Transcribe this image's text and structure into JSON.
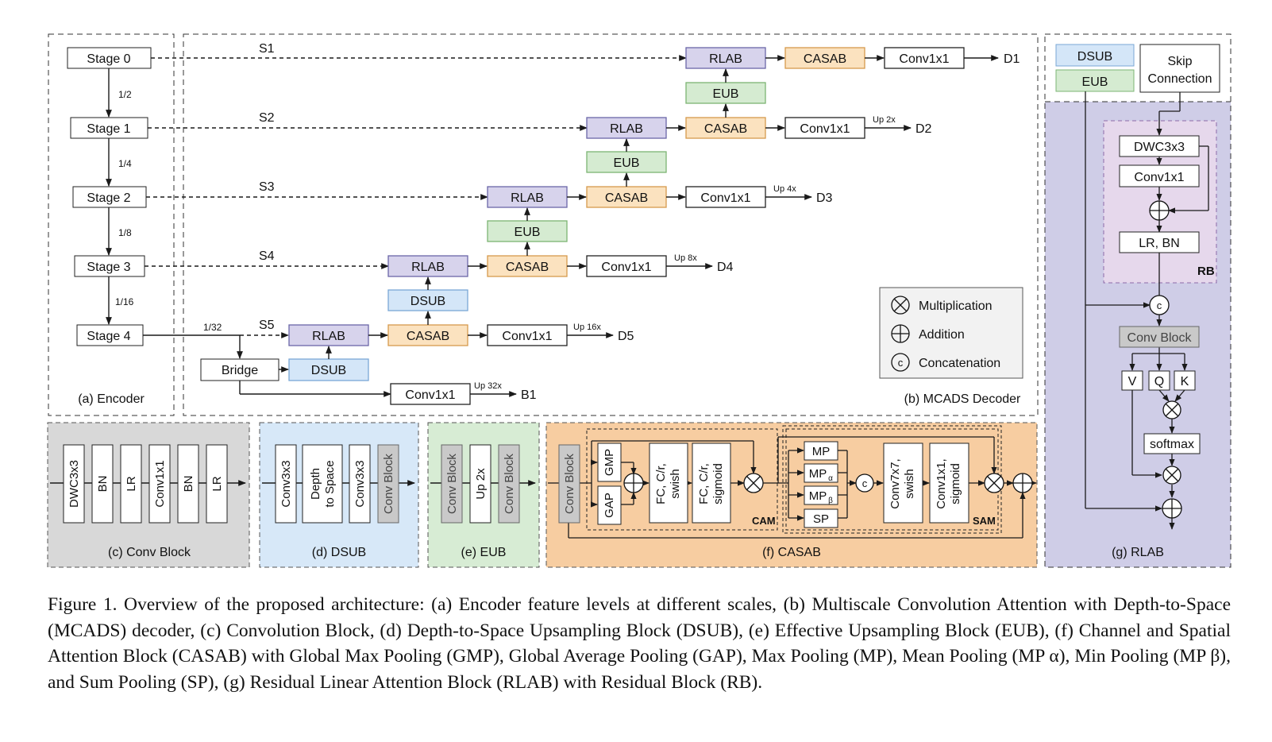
{
  "colors": {
    "rlab": "#d7d3ec",
    "casab": "#fbe2bf",
    "eub": "#d5ebd1",
    "dsub": "#d4e6f8",
    "panel_gray": "#d8d8d8",
    "panel_blue": "#d7e8f8",
    "panel_green": "#d7ecd4",
    "panel_orange": "#f7cda1",
    "panel_purple": "#cfcde7",
    "rb_pink": "#e6d8ec",
    "line": "#1a1a1a"
  },
  "encoder": {
    "title": "(a) Encoder",
    "stages": [
      "Stage 0",
      "Stage 1",
      "Stage 2",
      "Stage 3",
      "Stage 4"
    ],
    "scales": [
      "1/2",
      "1/4",
      "1/8",
      "1/16"
    ],
    "bridge_scale": "1/32",
    "bridge": "Bridge"
  },
  "decoder": {
    "title": "(b) MCADS Decoder",
    "skips": [
      "S1",
      "S2",
      "S3",
      "S4",
      "S5"
    ],
    "blocks": {
      "rlab": "RLAB",
      "casab": "CASAB",
      "eub": "EUB",
      "dsub": "DSUB",
      "conv": "Conv1x1"
    },
    "outputs": [
      "D1",
      "D2",
      "D3",
      "D4",
      "D5",
      "B1"
    ],
    "upsamples": [
      "Up 2x",
      "Up 4x",
      "Up 8x",
      "Up 16x",
      "Up 32x"
    ]
  },
  "legend": {
    "items": [
      "Multiplication",
      "Addition",
      "Concatenation"
    ],
    "concat_symbol": "c"
  },
  "conv_block": {
    "title": "(c) Conv Block",
    "layers": [
      "DWC3x3",
      "BN",
      "LR",
      "Conv1x1",
      "BN",
      "LR"
    ]
  },
  "dsub": {
    "title": "(d) DSUB",
    "layers": [
      "Conv3x3",
      "Depth",
      "to Space",
      "Conv3x3",
      "Conv Block"
    ]
  },
  "eub": {
    "title": "(e) EUB",
    "layers": [
      "Conv Block",
      "Up 2x",
      "Conv Block"
    ]
  },
  "casab": {
    "title": "(f) CASAB",
    "conv": "Conv Block",
    "gmp": "GMP",
    "gap": "GAP",
    "fc1": [
      "FC, C/r,",
      "swish"
    ],
    "fc2": [
      "FC, C/r,",
      "sigmoid"
    ],
    "cam": "CAM",
    "mp": "MP",
    "mpa": "MP",
    "mpa_sub": "α",
    "mpb": "MP",
    "mpb_sub": "β",
    "sp": "SP",
    "conv7": [
      "Conv7x7,",
      "swish"
    ],
    "conv1": [
      "Conv1x1,",
      "sigmoid"
    ],
    "sam": "SAM"
  },
  "rlab": {
    "title": "(g) RLAB",
    "dsub": "DSUB",
    "eub": "EUB",
    "skip": [
      "Skip",
      "Connection"
    ],
    "dwc": "DWC3x3",
    "conv": "Conv1x1",
    "lrbn": "LR, BN",
    "rb": "RB",
    "conv_block": "Conv Block",
    "v": "V",
    "q": "Q",
    "k": "K",
    "softmax": "softmax"
  },
  "caption": {
    "text": "Figure 1. Overview of the proposed architecture: (a) Encoder feature levels at different scales, (b) Multiscale Convolution Attention with Depth-to-Space (MCADS) decoder, (c) Convolution Block, (d) Depth-to-Space Upsampling Block (DSUB), (e) Effective Upsampling Block (EUB), (f) Channel and Spatial Attention Block (CASAB) with Global Max Pooling (GMP), Global Average Pooling (GAP), Max Pooling (MP), Mean Pooling (MP α), Min Pooling (MP β), and Sum Pooling (SP), (g) Residual Linear Attention Block (RLAB) with Residual Block (RB)."
  }
}
